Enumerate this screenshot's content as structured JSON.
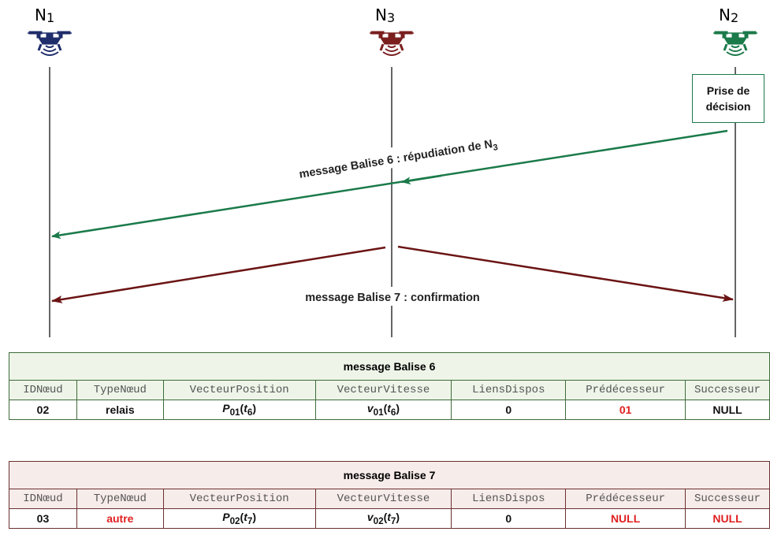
{
  "nodes": {
    "n1": {
      "label": "N1",
      "base": "N",
      "sub": "1",
      "color": "#1f2d6b"
    },
    "n3": {
      "label": "N3",
      "base": "N",
      "sub": "3",
      "color": "#7a1e1e"
    },
    "n2": {
      "label": "N2",
      "base": "N",
      "sub": "2",
      "color": "#1b7a4a"
    }
  },
  "decision": {
    "text": "Prise de décision"
  },
  "messages": {
    "m6": {
      "label_main": "message Balise 6 : répudiation de N",
      "label_sub": "3",
      "color": "#1b7a4a"
    },
    "m7": {
      "label": "message Balise 7 : confirmation",
      "color": "#6b1414"
    }
  },
  "columns": [
    "IDNœud",
    "TypeNœud",
    "VecteurPosition",
    "VecteurVitesse",
    "LiensDispos",
    "Prédécesseur",
    "Successeur"
  ],
  "table6": {
    "title": "message Balise 6",
    "values": {
      "id": "02",
      "type": "relais",
      "position": {
        "base": "P",
        "sub": "01",
        "arg": "t",
        "argsub": "6"
      },
      "vitesse": {
        "base": "v",
        "sub": "01",
        "arg": "t",
        "argsub": "6"
      },
      "liens": "0",
      "pred": "01",
      "succ": "NULL"
    }
  },
  "table7": {
    "title": "message Balise 7",
    "values": {
      "id": "03",
      "type": "autre",
      "position": {
        "base": "P",
        "sub": "02",
        "arg": "t",
        "argsub": "7"
      },
      "vitesse": {
        "base": "v",
        "sub": "02",
        "arg": "t",
        "argsub": "7"
      },
      "liens": "0",
      "pred": "NULL",
      "succ": "NULL"
    }
  },
  "colors": {
    "green": "#1b7a4a",
    "maroon": "#6b1414",
    "navy": "#1f2d6b",
    "red_value": "#e02020"
  }
}
